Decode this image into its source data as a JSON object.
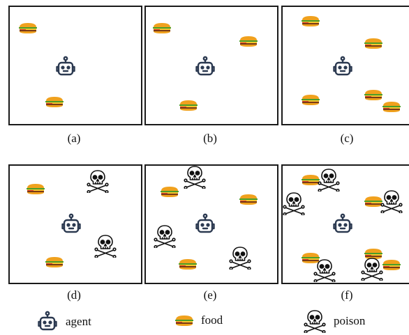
{
  "panels": [
    {
      "label": "(a)",
      "items": [
        {
          "type": "food"
        },
        {
          "type": "agent"
        },
        {
          "type": "food"
        }
      ]
    },
    {
      "label": "(b)",
      "items": [
        {
          "type": "food"
        },
        {
          "type": "food"
        },
        {
          "type": "agent"
        },
        {
          "type": "food"
        }
      ]
    },
    {
      "label": "(c)",
      "items": [
        {
          "type": "food"
        },
        {
          "type": "food"
        },
        {
          "type": "agent"
        },
        {
          "type": "food"
        },
        {
          "type": "food"
        },
        {
          "type": "food"
        }
      ]
    },
    {
      "label": "(d)",
      "items": [
        {
          "type": "poison"
        },
        {
          "type": "food"
        },
        {
          "type": "agent"
        },
        {
          "type": "poison"
        },
        {
          "type": "food"
        }
      ]
    },
    {
      "label": "(e)",
      "items": [
        {
          "type": "poison"
        },
        {
          "type": "food"
        },
        {
          "type": "food"
        },
        {
          "type": "agent"
        },
        {
          "type": "poison"
        },
        {
          "type": "food"
        },
        {
          "type": "poison"
        }
      ]
    },
    {
      "label": "(f)",
      "items": [
        {
          "type": "food"
        },
        {
          "type": "poison"
        },
        {
          "type": "poison"
        },
        {
          "type": "food"
        },
        {
          "type": "poison"
        },
        {
          "type": "agent"
        },
        {
          "type": "food"
        },
        {
          "type": "food"
        },
        {
          "type": "poison"
        },
        {
          "type": "poison"
        },
        {
          "type": "food"
        }
      ]
    }
  ],
  "legend": {
    "agent": "agent",
    "food": "food",
    "poison": "poison"
  },
  "colors": {
    "agent": "#2b3950",
    "bun": "#f0a11d",
    "lettuce": "#4a9d2a",
    "patty": "#7a3a16",
    "cheese": "#f7c72e",
    "tomato": "#d93a2b",
    "skull": "#111111"
  }
}
